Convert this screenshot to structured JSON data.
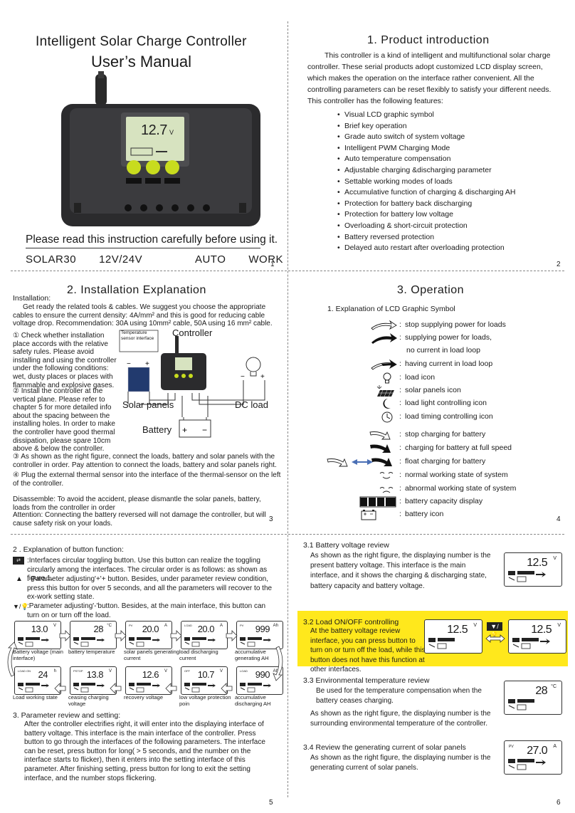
{
  "page1": {
    "title": "Intelligent Solar Charge Controller",
    "subtitle": "User’s Manual",
    "lcd_value": "12.7",
    "lcd_unit": "V",
    "read_notice": "Please read this instruction carefully before using it.",
    "model": [
      "SOLAR30",
      "12V/24V",
      "AUTO",
      "WORK"
    ],
    "page_number": "1"
  },
  "page2": {
    "heading": "1.  Product introduction",
    "intro": "This controller is a kind of intelligent and multifunctional solar charge controller. These serial products adopt customized LCD display screen, which makes the operation on the interface rather convenient. All the controlling parameters can be reset flexibly to satisfy your different needs. This controller has the following features:",
    "features": [
      "Visual LCD  graphic symbol",
      "Brief key operation",
      "Grade auto switch of system voltage",
      "Intelligent PWM Charging Mode",
      "Auto temperature compensation",
      "Adjustable charging &discharging parameter",
      "Settable working modes of loads",
      "Accumulative function of charging & discharging AH",
      "Protection for battery back discharging",
      "Protection for battery low voltage",
      "Overloading & short-circuit protection",
      "Battery reversed protection",
      "Delayed auto restart after overloading protection"
    ],
    "page_number": "2"
  },
  "page3": {
    "heading": "2.  Installation Explanation",
    "label": "Installation:",
    "intro": "Get ready the related tools & cables. We suggest you choose the appropriate cables to ensure the current density: 4A/mm² and this is good for reducing cable voltage drop. Recommendation: 30A using 10mm² cable, 50A using 16 mm² cable.",
    "step1": "Check whether installation place accords with the relative safety rules. Please avoid installing and using the controller under the following conditions: wet, dusty places or places with flammable and explosive gases.",
    "step2": "Install the controller at the vertical plane. Please refer to chapter 5 for more detailed info about the spacing between the installing holes. In order to make the controller have good thermal dissipation, please spare 10cm above & below the controller.",
    "step3": "As shown as the right figure, connect the loads, battery and solar panels with the controller in order. Pay attention to connect the loads, battery and solar panels right.",
    "step4": "Plug the external thermal sensor into the interface of the thermal-sensor on the left of the controller.",
    "disassemble": "Disassemble: To avoid the accident, please dismantle the solar panels, battery, loads from the controller in order",
    "attention": "Attention:  Connecting the battery reversed will not damage the controller, but will cause safety  risk on your loads.",
    "fig": {
      "sensor": "Temperature sensor interface",
      "controller": "Controller",
      "solar": "Solar panels",
      "dcload": "DC load",
      "battery": "Battery"
    },
    "page_number": "3"
  },
  "page4": {
    "heading": "3. Operation",
    "subheading": "1. Explanation of  LCD Graphic Symbol",
    "symbols": [
      {
        "icon": "arrow-outline-right-icon",
        "label": "stop supplying power for loads"
      },
      {
        "icon": "arrow-solid-right-icon",
        "label": "supplying power for loads,"
      },
      {
        "icon": "",
        "label": "no current in load loop"
      },
      {
        "icon": "arrow-half-right-icon",
        "label": "having current in load loop"
      },
      {
        "icon": "bulb-icon",
        "label": "load icon"
      },
      {
        "icon": "solar-panel-icon",
        "label": "solar panels icon"
      },
      {
        "icon": "moon-icon",
        "label": "load light controlling icon"
      },
      {
        "icon": "clock-icon",
        "label": "load timing controlling icon"
      },
      {
        "icon": "arrow-outline-left-icon",
        "label": "stop charging for battery"
      },
      {
        "icon": "arrow-solid-left-icon",
        "label": "charging for battery at full speed"
      },
      {
        "icon": "arrow-float-icon",
        "label": "float charging for battery"
      },
      {
        "icon": "smile-face-icon",
        "label": "normal working state of system"
      },
      {
        "icon": "sad-face-icon",
        "label": "abnormal working state of system"
      },
      {
        "icon": "capacity-bar-icon",
        "label": "battery capacity display"
      },
      {
        "icon": "battery-icon",
        "label": "battery icon"
      }
    ],
    "colon": ":",
    "page_number": "4"
  },
  "page5": {
    "heading": "2 . Explanation of button function:",
    "btn1": ":Interfaces circular toggling button. Use this button can realize the toggling circularly among the interfaces. The circular order is as follows: as shown as figure 1.",
    "btn2": ": Parameter adjusting'+'+ button. Besides, under parameter review condition, press this button for over 5 seconds, and all the parameters will recover to the ex-work setting state.",
    "btn3": ":Parameter adjusting'-'button. Besides, at the main interface, this button can turn on or turn off the load.",
    "screens_row1": [
      {
        "tag": "",
        "value": "13.0",
        "unit": "V",
        "caption": "Battery voltage (main interface)"
      },
      {
        "tag": "",
        "value": "28",
        "unit": "°C",
        "caption": "battery temperature"
      },
      {
        "tag": "PV",
        "value": "20.0",
        "unit": "A",
        "caption": "solar panels generating current"
      },
      {
        "tag": "LOAD",
        "value": "20.0",
        "unit": "A",
        "caption": "load discharging current"
      },
      {
        "tag": "PV",
        "value": "999",
        "unit": "Ah",
        "caption": "accumulative generating AH"
      }
    ],
    "screens_row2": [
      {
        "tag": "LOAD ON",
        "value": "24",
        "unit": "h",
        "caption": "Load working state"
      },
      {
        "tag": "PSTOP",
        "value": "13.8",
        "unit": "V",
        "caption": "ceasing charging voltage"
      },
      {
        "tag": "",
        "value": "12.6",
        "unit": "V",
        "caption": "recovery voltage"
      },
      {
        "tag": "OFF",
        "value": "10.7",
        "unit": "V",
        "caption": "low voltage protection poin"
      },
      {
        "tag": "LOAD",
        "value": "990",
        "unit": "Ah",
        "caption": "accumulative discharging AH"
      }
    ],
    "param_heading": "3. Parameter review and setting:",
    "param_text": "After the controller electrifies right, it will enter into the displaying interface of battery voltage. This interface is the main interface of the controller. Press button to go through the interfaces of the following parameters. The interface can be reset, press button for long( > 5 seconds, and the number on the interface starts to flicker), then it enters into the setting interface of this parameter. After finishing setting, press button for long to exit the setting interface, and the number stops flickering.",
    "page_number": "5"
  },
  "page6": {
    "s31_title": "3.1 Battery voltage review",
    "s31_text": "As shown as the right figure, the displaying number is the present battery voltage. This interface is the main interface, and it shows the charging & discharging state, battery capacity and battery voltage.",
    "s31_value": "12.5",
    "s32_title": "3.2 Load ON/OFF controlling",
    "s32_text": "At the battery voltage review interface, you can press button to turn on or turn off the load, while this button does not have this function at other interfaces.",
    "s32_value_a": "12.5",
    "s32_value_b": "12.5",
    "s33_title": "3.3 Environmental temperature review",
    "s33_text1": "Be used for the temperature compensation when the battery ceases charging.",
    "s33_text2": "As shown as the right figure, the displaying number is the surrounding environmental temperature of the controller.",
    "s33_value": "28",
    "s33_unit": "°C",
    "s34_title": "3.4 Review the generating current of solar panels",
    "s34_text": "As shown as the right figure, the displaying number is the generating current of solar panels.",
    "s34_tag": "PV",
    "s34_value": "27.0",
    "s34_unit": "A",
    "unit_v": "V",
    "page_number": "6"
  },
  "colors": {
    "highlight": "#ffe81c",
    "button_green": "#c8dc1e",
    "device_body": "#2b2b2d"
  }
}
